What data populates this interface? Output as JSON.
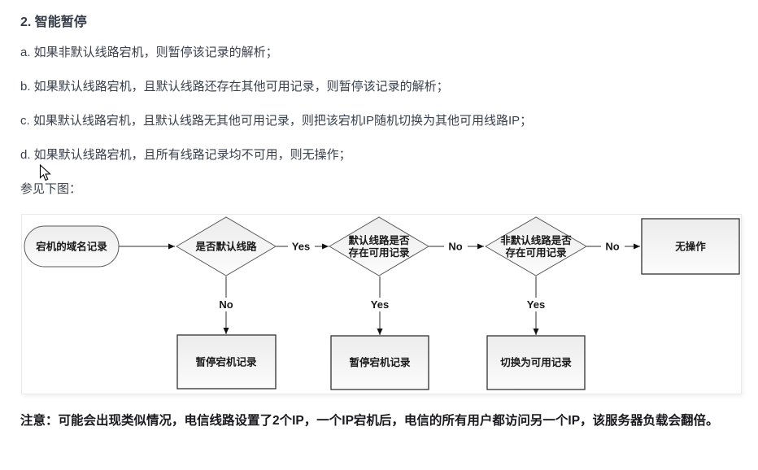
{
  "doc": {
    "title": "2. 智能暂停",
    "items": [
      "a. 如果非默认线路宕机，则暂停该记录的解析；",
      "b. 如果默认线路宕机，且默认线路还存在其他可用记录，则暂停该记录的解析；",
      "c. 如果默认线路宕机，且默认线路无其他可用记录，则把该宕机IP随机切换为其他可用线路IP；",
      "d. 如果默认线路宕机，且所有线路记录均不可用，则无操作；"
    ],
    "figure_caption": "参见下图：",
    "note": "注意：可能会出现类似情况，电信线路设置了2个IP，一个IP宕机后，电信的所有用户都访问另一个IP，该服务器负载会翻倍。"
  },
  "flowchart": {
    "nodes": {
      "start": {
        "type": "terminator",
        "label": "宕机的域名记录"
      },
      "d1": {
        "type": "decision",
        "label": "是否默认线路"
      },
      "d2": {
        "type": "decision",
        "line1": "默认线路是否",
        "line2": "存在可用记录"
      },
      "d3": {
        "type": "decision",
        "line1": "非默认线路是否",
        "line2": "存在可用记录"
      },
      "no_op": {
        "type": "process",
        "label": "无操作"
      },
      "pause1": {
        "type": "process",
        "label": "暂停宕机记录"
      },
      "pause2": {
        "type": "process",
        "label": "暂停宕机记录"
      },
      "switch": {
        "type": "process",
        "label": "切换为可用记录"
      }
    },
    "edge_labels": {
      "d1_yes": "Yes",
      "d1_no": "No",
      "d2_no": "No",
      "d2_yes": "Yes",
      "d3_no": "No",
      "d3_yes": "Yes"
    }
  },
  "colors": {
    "body_text": "#3a414d",
    "note_text": "#17191d",
    "figure_border": "#e9e9e9",
    "shape_stroke": "#5a5a5a",
    "edge_stroke": "#2e2e2e"
  }
}
